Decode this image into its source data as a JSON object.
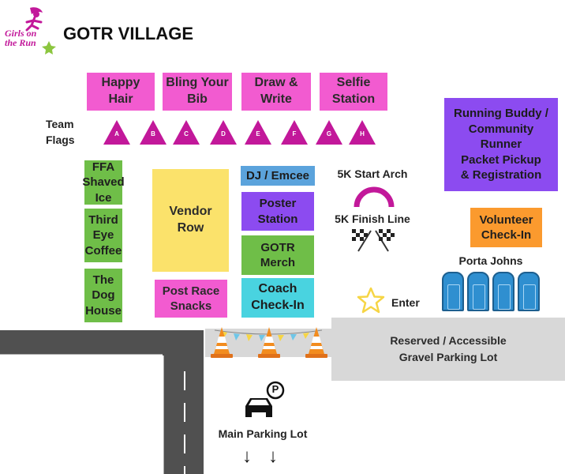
{
  "header": {
    "logo_text": "Girls on the Run",
    "title": "GOTR VILLAGE"
  },
  "booths": {
    "happy_hair": "Happy\nHair",
    "bling_your_bib": "Bling Your\nBib",
    "draw_write": "Draw &\nWrite",
    "selfie_station": "Selfie\nStation",
    "running_buddy": "Running Buddy /\nCommunity\nRunner\nPacket Pickup\n& Registration",
    "ffa_shaved_ice": "FFA\nShaved\nIce",
    "third_eye_coffee": "Third\nEye\nCoffee",
    "dog_house": "The\nDog\nHouse",
    "vendor_row": "Vendor\nRow",
    "post_race_snacks": "Post Race\nSnacks",
    "dj_emcee": "DJ / Emcee",
    "poster_station": "Poster\nStation",
    "gotr_merch": "GOTR\nMerch",
    "coach_checkin": "Coach\nCheck-In",
    "volunteer_checkin": "Volunteer\nCheck-In",
    "reserved_parking": "Reserved / Accessible\nGravel Parking Lot"
  },
  "labels": {
    "team_flags": "Team\nFlags",
    "start_arch": "5K Start Arch",
    "finish_line": "5K Finish Line",
    "porta_johns": "Porta Johns",
    "enter": "Enter",
    "main_parking": "Main Parking Lot"
  },
  "flags": [
    "A",
    "B",
    "C",
    "D",
    "E",
    "F",
    "G",
    "H"
  ],
  "icons": {
    "parking": "P",
    "down_arrow": "↓"
  },
  "colors": {
    "pink": "#f25bd0",
    "magenta_flag": "#c2189a",
    "green": "#6fbe48",
    "purple": "#8c4bf0",
    "yellow": "#fbe26b",
    "blue": "#5ba3dc",
    "cyan": "#49d3e0",
    "orange": "#fb9a2e",
    "porta_john_blue": "#2f8fd0",
    "road": "#505050",
    "gravel": "#d8d8d8"
  }
}
